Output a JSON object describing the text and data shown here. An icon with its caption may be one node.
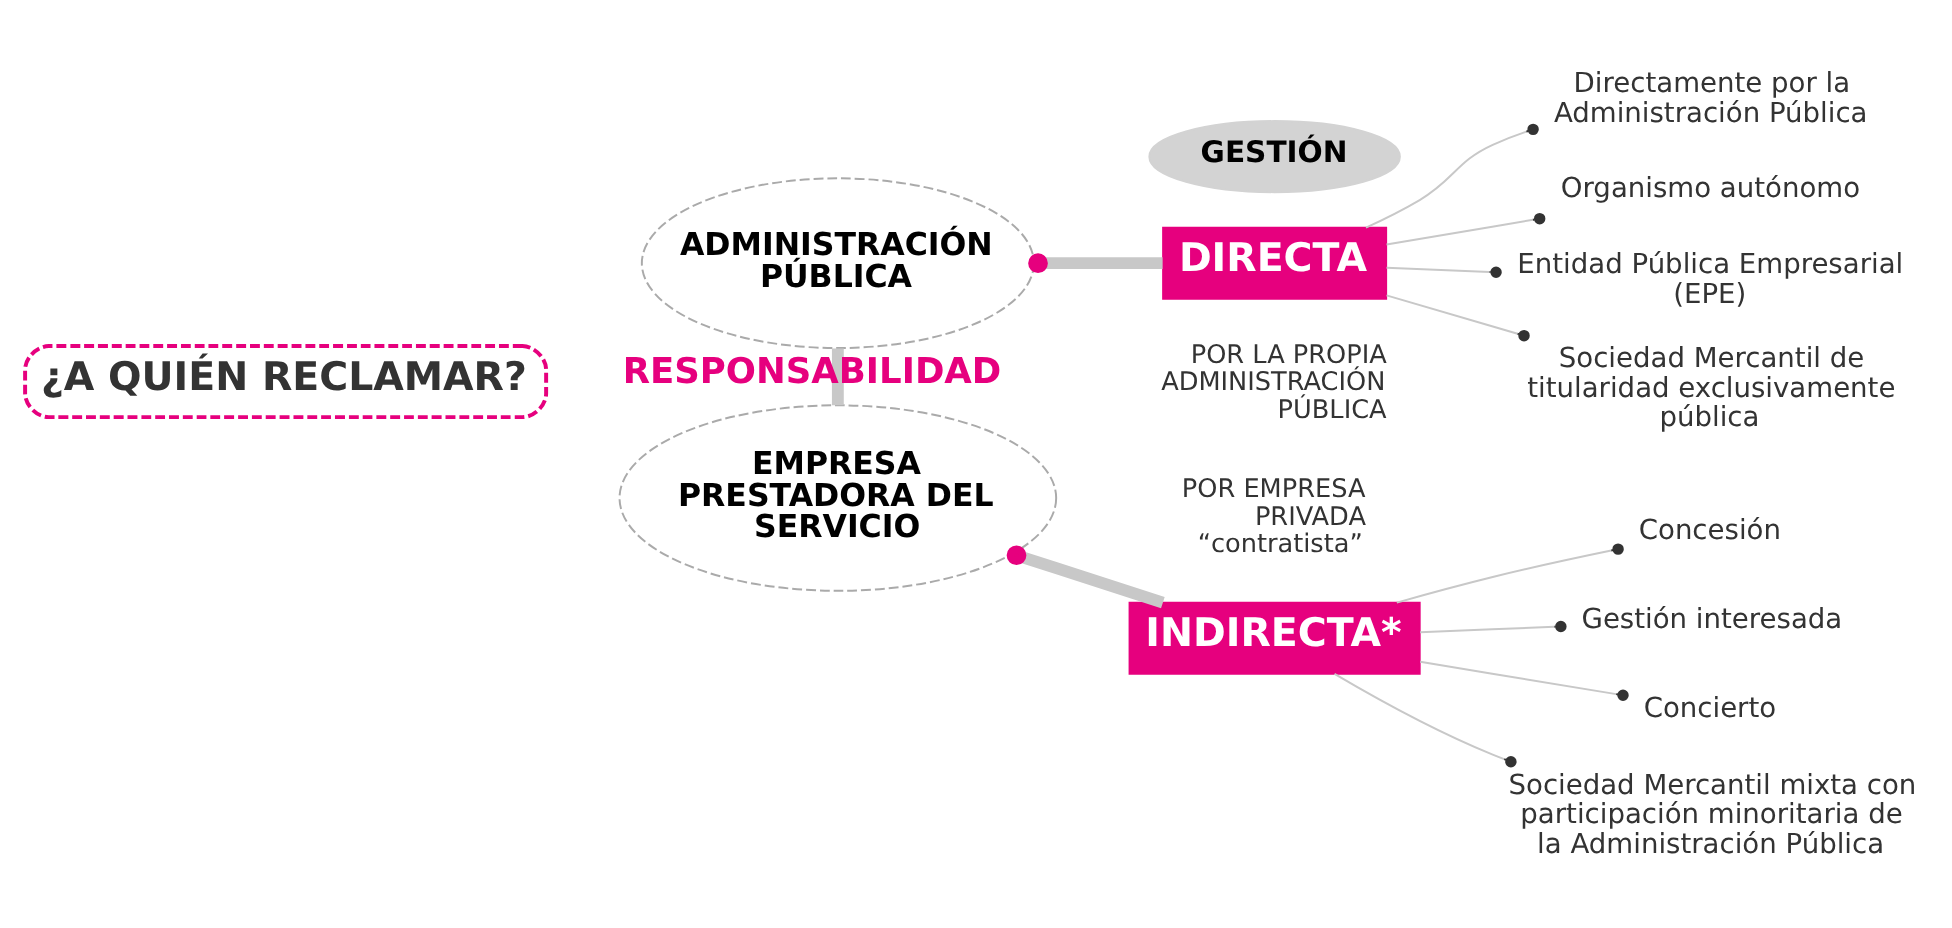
{
  "diagram": {
    "nodes": [
      {
        "text": [
          "¿A QUIÉN RECLAMAR?"
        ]
      },
      {
        "text": [
          "ADMINISTRACIÓN PÚBLICA"
        ]
      },
      {
        "text": [
          "EMPRESA PRESTADORA DEL SERVICIO"
        ]
      },
      {
        "text": [
          "GESTIÓN"
        ]
      },
      {
        "text": [
          "DIRECTA"
        ],
        "beside": [
          "POR LA PROPIA ADMINISTRACIÓN PÚBLICA"
        ]
      },
      {
        "text": [
          "INDIRECTA*"
        ],
        "beside": [
          "POR EMPRESA PRIVADA “contratista”"
        ]
      },
      {
        "text": [
          "Directamente por la Administración Pública"
        ]
      },
      {
        "text": [
          "Organismo autónomo"
        ]
      },
      {
        "text": [
          "Entidad Pública Empresarial (EPE)"
        ]
      },
      {
        "text": [
          "Sociedad Mercantil de titularidad exclusivamente pública"
        ]
      },
      {
        "text": [
          "Concesión"
        ]
      },
      {
        "text": [
          "Gestión interesada"
        ]
      },
      {
        "text": [
          "Concierto"
        ]
      },
      {
        "text": [
          "Sociedad Mercantil mixta con participación minoritaria de la Administración Pública"
        ]
      }
    ],
    "edges": [
      {
        "from": 1,
        "to": 2,
        "arrow": "none",
        "style": "thick",
        "label": "RESPONSABILIDAD"
      },
      {
        "from": 4,
        "to": 1,
        "arrow": "other",
        "style": "thick"
      },
      {
        "from": 5,
        "to": 2,
        "arrow": "other",
        "style": "thick"
      },
      {
        "from": 4,
        "to": 6,
        "arrow": "other"
      },
      {
        "from": 4,
        "to": 7,
        "arrow": "other"
      },
      {
        "from": 4,
        "to": 8,
        "arrow": "other"
      },
      {
        "from": 4,
        "to": 9,
        "arrow": "other"
      },
      {
        "from": 5,
        "to": 10,
        "arrow": "other"
      },
      {
        "from": 5,
        "to": 11,
        "arrow": "other"
      },
      {
        "from": 5,
        "to": 12,
        "arrow": "other"
      },
      {
        "from": 5,
        "to": 13,
        "arrow": "other"
      }
    ]
  }
}
